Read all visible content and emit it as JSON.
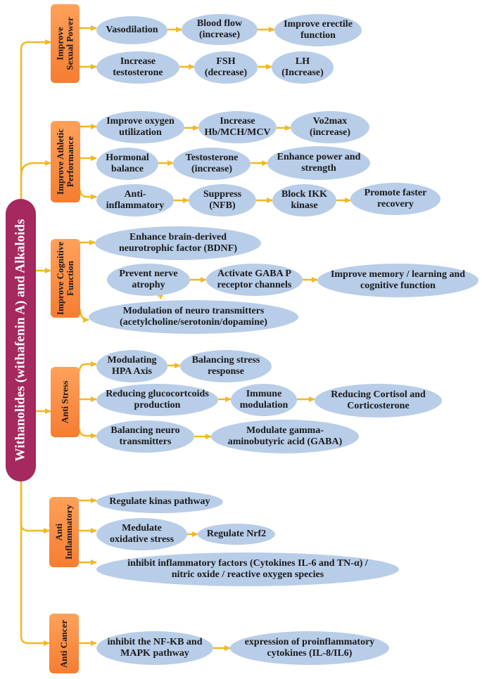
{
  "root": {
    "label": "Withanolides  (withafenin A) and Alkaloids"
  },
  "categories": {
    "sexual": "Improve\nSexual Power",
    "athletic": "Improve Athletic\nPerformance",
    "cognitive": "Improve Cognitive\nFunction",
    "stress": "Anti Stress",
    "inflammatory": "Anti\nInflammatory",
    "cancer": "Anti Cancer"
  },
  "nodes": {
    "vasodilation": "Vasodilation",
    "blood_flow": "Blood flow\n(increase)",
    "erectile": "Improve erectile\nfunction",
    "testosterone_inc": "Increase\ntestosterone",
    "fsh": "FSH\n(decrease)",
    "lh": "LH\n(Increase)",
    "oxygen": "Improve oxygen\nutilization",
    "hb": "Increase\nHb/MCH/MCV",
    "vo2max": "Vo2max\n(increase)",
    "hormonal": "Hormonal\nbalance",
    "testosterone": "Testosterone\n(increase)",
    "power": "Enhance power and\nstrength",
    "anti_inflam": "Anti-\ninflammatory",
    "nfb": "Suppress\n(NFB)",
    "ikk": "Block IKK\nkinase",
    "recovery": "Promote faster\nrecovery",
    "bdnf": "Enhance brain-derived\nneurotrophic factor (BDNF)",
    "nerve": "Prevent nerve\natrophy",
    "gaba_p": "Activate GABA P\nreceptor channels",
    "memory": "Improve memory / learning and\ncognitive function",
    "neuro": "Modulation of neuro transmitters\n(acetylcholine/serotonin/dopamine)",
    "hpa": "Modulating\nHPA Axis",
    "stress_resp": "Balancing stress\nresponse",
    "gluco": "Reducing glucocortcoids\nproduction",
    "immune": "Immune\nmodulation",
    "cortisol": "Reducing Cortisol and\nCorticosterone",
    "balancing_neuro": "Balancing neuro\ntransmitters",
    "gaba": "Modulate gamma-\naminobutyric acid (GABA)",
    "kinas": "Regulate kinas pathway",
    "oxidative": "Medulate\noxidative stress",
    "nrf2": "Regulate Nrf2",
    "inhibit_factors": "inhibit inflammatory factors (Cytokines IL-6 and TN-α) /\nnitric oxide / reactive oxygen species",
    "nfkb": "inhibit the NF-KB and\nMAPK pathway",
    "proinflam": "expression of proinflammatory\ncytokines (IL-8/IL6)"
  },
  "colors": {
    "root": "#a5285e",
    "category_top": "#ffa15a",
    "category_bottom": "#f57d32",
    "node": "#b8cde8",
    "arrow": "#f2b820"
  }
}
